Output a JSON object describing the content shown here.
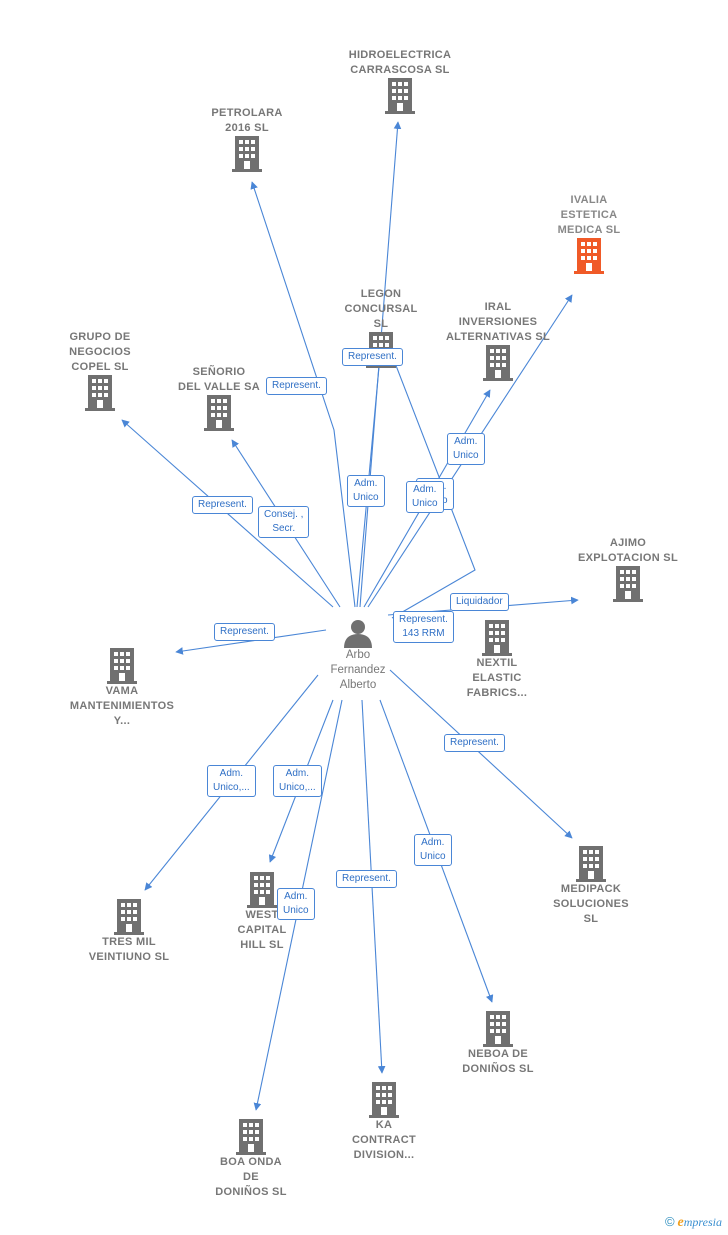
{
  "center": {
    "label": "Arbo\nFernandez\nAlberto",
    "icon": "person-icon"
  },
  "colors": {
    "edge": "#4a86d6",
    "building": "#707070",
    "highlight": "#f05a28"
  },
  "nodes": [
    {
      "id": "hidroelectrica",
      "label": "HIDROELECTRICA\nCARRASCOSA SL",
      "icon": "building-icon"
    },
    {
      "id": "petrolara",
      "label": "PETROLARA\n2016  SL",
      "icon": "building-icon"
    },
    {
      "id": "ivalia",
      "label": "IVALIA\nESTETICA\nMEDICA  SL",
      "icon": "building-icon",
      "highlight": true
    },
    {
      "id": "legon",
      "label": "LEGON\nCONCURSAL\nSL",
      "icon": "building-icon"
    },
    {
      "id": "iral",
      "label": "IRAL\nINVERSIONES\nALTERNATIVAS SL",
      "icon": "building-icon"
    },
    {
      "id": "grupo",
      "label": "GRUPO DE\nNEGOCIOS\nCOPEL SL",
      "icon": "building-icon"
    },
    {
      "id": "senorio",
      "label": "SEÑORIO\nDEL VALLE SA",
      "icon": "building-icon"
    },
    {
      "id": "ajimo",
      "label": "AJIMO\nEXPLOTACION SL",
      "icon": "building-icon"
    },
    {
      "id": "nextil",
      "label": "NEXTIL\nELASTIC\nFABRICS...",
      "icon": "building-icon"
    },
    {
      "id": "vama",
      "label": "VAMA\nMANTENIMIENTOS\nY...",
      "icon": "building-icon"
    },
    {
      "id": "medipack",
      "label": "MEDIPACK\nSOLUCIONES\nSL",
      "icon": "building-icon"
    },
    {
      "id": "tresmil",
      "label": "TRES MIL\nVEINTIUNO SL",
      "icon": "building-icon"
    },
    {
      "id": "west",
      "label": "WEST\nCAPITAL\nHILL  SL",
      "icon": "building-icon"
    },
    {
      "id": "neboa",
      "label": "NEBOA DE\nDONIÑOS  SL",
      "icon": "building-icon"
    },
    {
      "id": "ka",
      "label": "KA\nCONTRACT\nDIVISION...",
      "icon": "building-icon"
    },
    {
      "id": "boa",
      "label": "BOA ONDA\nDE\nDONIÑOS  SL",
      "icon": "building-icon"
    }
  ],
  "edge_labels": [
    {
      "to": "legon",
      "text": "Represent."
    },
    {
      "to": "petrolara",
      "text": "Represent."
    },
    {
      "to": "iral",
      "text": "Adm.\nUnico"
    },
    {
      "to": "hidroelectrica",
      "text": "Adm.\nUnico"
    },
    {
      "to": "ivalia",
      "text": "Adm.\nUnico"
    },
    {
      "to": "grupo",
      "text": "Represent."
    },
    {
      "to": "senorio",
      "text": "Consej. ,\nSecr."
    },
    {
      "to": "ajimo",
      "text": "Liquidador"
    },
    {
      "to": "nextil",
      "text": "Represent.\n143 RRM"
    },
    {
      "to": "vama",
      "text": "Represent."
    },
    {
      "to": "medipack",
      "text": "Represent."
    },
    {
      "to": "tresmil",
      "text": "Adm.\nUnico,..."
    },
    {
      "to": "west",
      "text": "Adm.\nUnico,..."
    },
    {
      "to": "boa",
      "text": "Adm.\nUnico"
    },
    {
      "to": "ka",
      "text": "Represent."
    },
    {
      "to": "neboa",
      "text": "Adm.\nUnico"
    }
  ],
  "footer": {
    "copyright": "©",
    "brand_initial": "e",
    "brand_rest": "mpresia"
  }
}
